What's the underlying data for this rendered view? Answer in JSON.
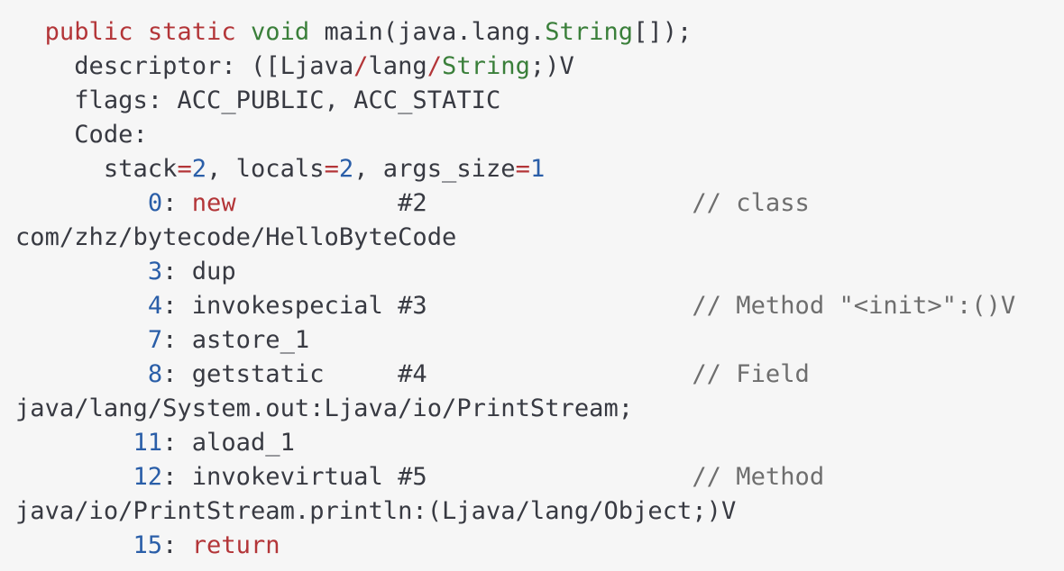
{
  "lines": [
    [
      [
        "pl",
        "  "
      ],
      [
        "kw",
        "public"
      ],
      [
        "pl",
        " "
      ],
      [
        "kw",
        "static"
      ],
      [
        "pl",
        " "
      ],
      [
        "ty",
        "void"
      ],
      [
        "pl",
        " main(java.lang."
      ],
      [
        "ty",
        "String"
      ],
      [
        "pl",
        "[]);"
      ]
    ],
    [
      [
        "pl",
        "    descriptor: ([Ljava"
      ],
      [
        "op",
        "/"
      ],
      [
        "pl",
        "lang"
      ],
      [
        "op",
        "/"
      ],
      [
        "ty",
        "String"
      ],
      [
        "pl",
        ";)V"
      ]
    ],
    [
      [
        "pl",
        "    flags: ACC_PUBLIC, ACC_STATIC"
      ]
    ],
    [
      [
        "pl",
        "    Code:"
      ]
    ],
    [
      [
        "pl",
        "      stack"
      ],
      [
        "op",
        "="
      ],
      [
        "num",
        "2"
      ],
      [
        "pl",
        ", locals"
      ],
      [
        "op",
        "="
      ],
      [
        "num",
        "2"
      ],
      [
        "pl",
        ", args_size"
      ],
      [
        "op",
        "="
      ],
      [
        "num",
        "1"
      ]
    ],
    [
      [
        "pl",
        "         "
      ],
      [
        "ok",
        "0"
      ],
      [
        "pl",
        ": "
      ],
      [
        "kw",
        "new"
      ],
      [
        "pl",
        "           #2                  "
      ],
      [
        "cm",
        "// class"
      ]
    ],
    [
      [
        "pl",
        "com/zhz/bytecode/HelloByteCode"
      ]
    ],
    [
      [
        "pl",
        "         "
      ],
      [
        "ok",
        "3"
      ],
      [
        "pl",
        ": dup"
      ]
    ],
    [
      [
        "pl",
        "         "
      ],
      [
        "ok",
        "4"
      ],
      [
        "pl",
        ": invokespecial #3                  "
      ],
      [
        "cm",
        "// Method \"<init>\":()V"
      ]
    ],
    [
      [
        "pl",
        "         "
      ],
      [
        "ok",
        "7"
      ],
      [
        "pl",
        ": astore_1"
      ]
    ],
    [
      [
        "pl",
        "         "
      ],
      [
        "ok",
        "8"
      ],
      [
        "pl",
        ": getstatic     #4                  "
      ],
      [
        "cm",
        "// Field"
      ]
    ],
    [
      [
        "pl",
        "java/lang/System.out:Ljava/io/PrintStream;"
      ]
    ],
    [
      [
        "pl",
        "        "
      ],
      [
        "ok",
        "11"
      ],
      [
        "pl",
        ": aload_1"
      ]
    ],
    [
      [
        "pl",
        "        "
      ],
      [
        "ok",
        "12"
      ],
      [
        "pl",
        ": invokevirtual #5                  "
      ],
      [
        "cm",
        "// Method"
      ]
    ],
    [
      [
        "pl",
        "java/io/PrintStream.println:(Ljava/lang/Object;)V"
      ]
    ],
    [
      [
        "pl",
        "        "
      ],
      [
        "ok",
        "15"
      ],
      [
        "pl",
        ": "
      ],
      [
        "kw",
        "return"
      ]
    ]
  ]
}
